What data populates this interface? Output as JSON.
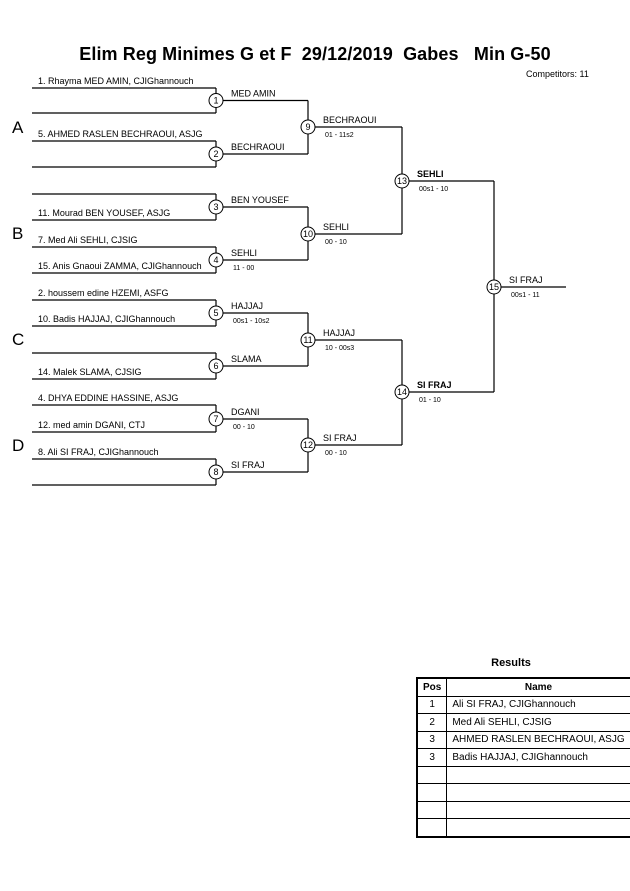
{
  "title": "Elim Reg Minimes G et F  29/12/2019  Gabes   Min G-50",
  "competitors_label": "Competitors: 11",
  "groups": [
    "A",
    "B",
    "C",
    "D"
  ],
  "entries": [
    "1. Rhayma MED AMIN, CJIGhannouch",
    "5. AHMED RASLEN BECHRAOUI, ASJG",
    "11. Mourad BEN YOUSEF, ASJG",
    "7. Med Ali SEHLI, CJSIG",
    "15. Anis Gnaoui ZAMMA, CJIGhannouch",
    "2. houssem edine HZEMI, ASFG",
    "10. Badis HAJJAJ, CJIGhannouch",
    "14. Malek SLAMA, CJSIG",
    "4. DHYA EDDINE HASSINE, ASJG",
    "12. med amin DGANI, CTJ",
    "8. Ali SI FRAJ, CJIGhannouch"
  ],
  "matches": [
    {
      "num": "1",
      "winner": "MED AMIN",
      "score": ""
    },
    {
      "num": "2",
      "winner": "BECHRAOUI",
      "score": ""
    },
    {
      "num": "3",
      "winner": "BEN YOUSEF",
      "score": ""
    },
    {
      "num": "4",
      "winner": "SEHLI",
      "score": "11 - 00"
    },
    {
      "num": "5",
      "winner": "HAJJAJ",
      "score": "00s1 - 10s2"
    },
    {
      "num": "6",
      "winner": "SLAMA",
      "score": ""
    },
    {
      "num": "7",
      "winner": "DGANI",
      "score": "00 - 10"
    },
    {
      "num": "8",
      "winner": "SI FRAJ",
      "score": ""
    },
    {
      "num": "9",
      "winner": "BECHRAOUI",
      "score": "01 - 11s2"
    },
    {
      "num": "10",
      "winner": "SEHLI",
      "score": "00 - 10"
    },
    {
      "num": "11",
      "winner": "HAJJAJ",
      "score": "10 - 00s3"
    },
    {
      "num": "12",
      "winner": "SI FRAJ",
      "score": "00 - 10"
    },
    {
      "num": "13",
      "winner": "SEHLI",
      "score": "00s1 - 10"
    },
    {
      "num": "14",
      "winner": "SI FRAJ",
      "score": "01 - 10"
    },
    {
      "num": "15",
      "winner": "SI FRAJ",
      "score": "00s1 - 11"
    }
  ],
  "results": {
    "title": "Results",
    "headers": {
      "pos": "Pos",
      "name": "Name"
    },
    "rows": [
      {
        "pos": "1",
        "name": "Ali SI FRAJ, CJIGhannouch"
      },
      {
        "pos": "2",
        "name": "Med Ali SEHLI, CJSIG"
      },
      {
        "pos": "3",
        "name": "AHMED RASLEN BECHRAOUI, ASJG"
      },
      {
        "pos": "3",
        "name": "Badis HAJJAJ, CJIGhannouch"
      },
      {
        "pos": "",
        "name": ""
      },
      {
        "pos": "",
        "name": ""
      },
      {
        "pos": "",
        "name": ""
      },
      {
        "pos": "",
        "name": ""
      }
    ]
  }
}
